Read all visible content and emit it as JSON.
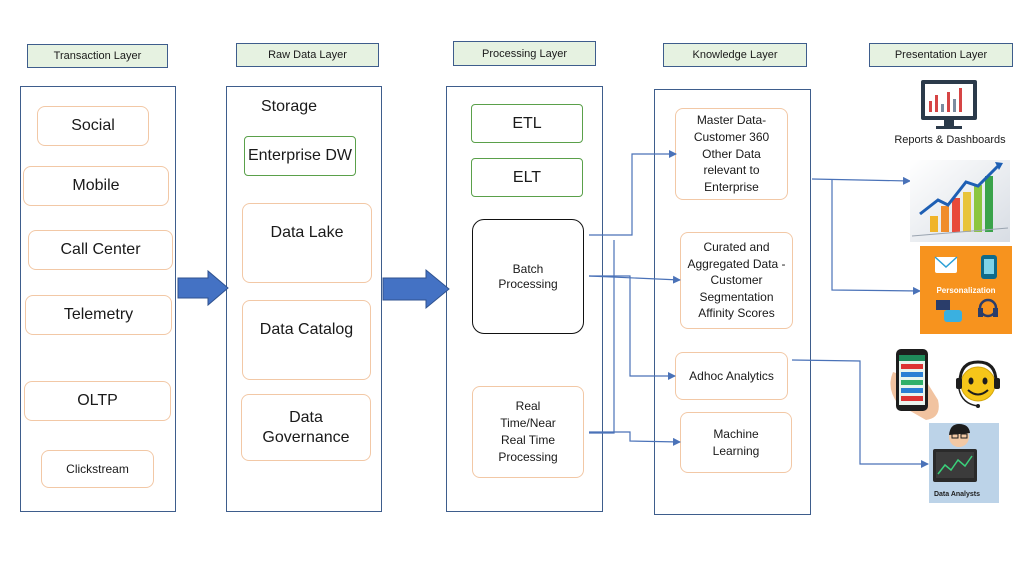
{
  "headers": {
    "transaction": "Transaction Layer",
    "raw": "Raw Data Layer",
    "processing": "Processing Layer",
    "knowledge": "Knowledge Layer",
    "presentation": "Presentation Layer"
  },
  "transaction": {
    "social": "Social",
    "mobile": "Mobile",
    "call_center": "Call Center",
    "telemetry": "Telemetry",
    "oltp": "OLTP",
    "clickstream": "Clickstream"
  },
  "raw": {
    "storage": "Storage",
    "enterprise_dw": "Enterprise DW",
    "data_lake": "Data Lake",
    "data_catalog": "Data Catalog",
    "data_governance": "Data Governance"
  },
  "processing": {
    "etl": "ETL",
    "elt": "ELT",
    "batch": "Batch Processing",
    "realtime": "Real Time/Near Real Time Processing"
  },
  "knowledge": {
    "master": "Master Data- Customer 360 Other Data relevant to Enterprise",
    "curated": "Curated and Aggregated Data -Customer Segmentation Affinity Scores",
    "adhoc": "Adhoc Analytics",
    "ml": "Machine Learning"
  },
  "presentation": {
    "reports": "Reports & Dashboards",
    "personalization": "Personalization",
    "data_analysts": "Data Analysts"
  },
  "colors": {
    "border_blue": "#3e5d8c",
    "header_fill": "#e6f2e1",
    "item_border": "#f2c8a6",
    "arrow_fill": "#4472c4",
    "connector": "#4a72b8"
  }
}
